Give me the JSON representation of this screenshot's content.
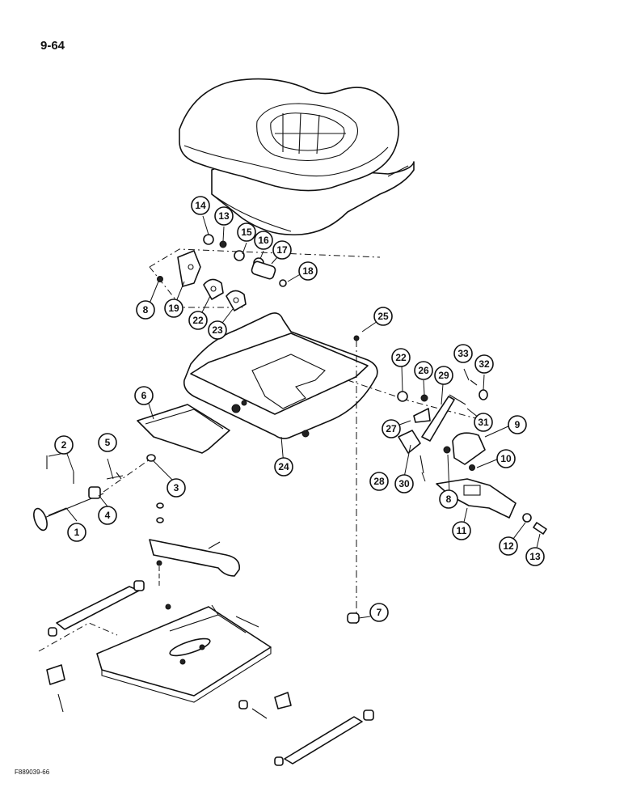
{
  "page_number": "9-64",
  "figure_code": "F889039-66",
  "callouts": [
    {
      "id": "c1",
      "label": "1"
    },
    {
      "id": "c2",
      "label": "2"
    },
    {
      "id": "c3",
      "label": "3"
    },
    {
      "id": "c4",
      "label": "4"
    },
    {
      "id": "c5",
      "label": "5"
    },
    {
      "id": "c6",
      "label": "6"
    },
    {
      "id": "c7",
      "label": "7"
    },
    {
      "id": "c8a",
      "label": "8"
    },
    {
      "id": "c8b",
      "label": "8"
    },
    {
      "id": "c9",
      "label": "9"
    },
    {
      "id": "c10",
      "label": "10"
    },
    {
      "id": "c11",
      "label": "11"
    },
    {
      "id": "c12",
      "label": "12"
    },
    {
      "id": "c13a",
      "label": "13"
    },
    {
      "id": "c13b",
      "label": "13"
    },
    {
      "id": "c14",
      "label": "14"
    },
    {
      "id": "c15",
      "label": "15"
    },
    {
      "id": "c16",
      "label": "16"
    },
    {
      "id": "c17",
      "label": "17"
    },
    {
      "id": "c18",
      "label": "18"
    },
    {
      "id": "c19",
      "label": "19"
    },
    {
      "id": "c22a",
      "label": "22"
    },
    {
      "id": "c22b",
      "label": "22"
    },
    {
      "id": "c23",
      "label": "23"
    },
    {
      "id": "c24",
      "label": "24"
    },
    {
      "id": "c25",
      "label": "25"
    },
    {
      "id": "c26",
      "label": "26"
    },
    {
      "id": "c27",
      "label": "27"
    },
    {
      "id": "c28",
      "label": "28"
    },
    {
      "id": "c29",
      "label": "29"
    },
    {
      "id": "c30",
      "label": "30"
    },
    {
      "id": "c31",
      "label": "31"
    },
    {
      "id": "c32",
      "label": "32"
    },
    {
      "id": "c33",
      "label": "33"
    }
  ]
}
